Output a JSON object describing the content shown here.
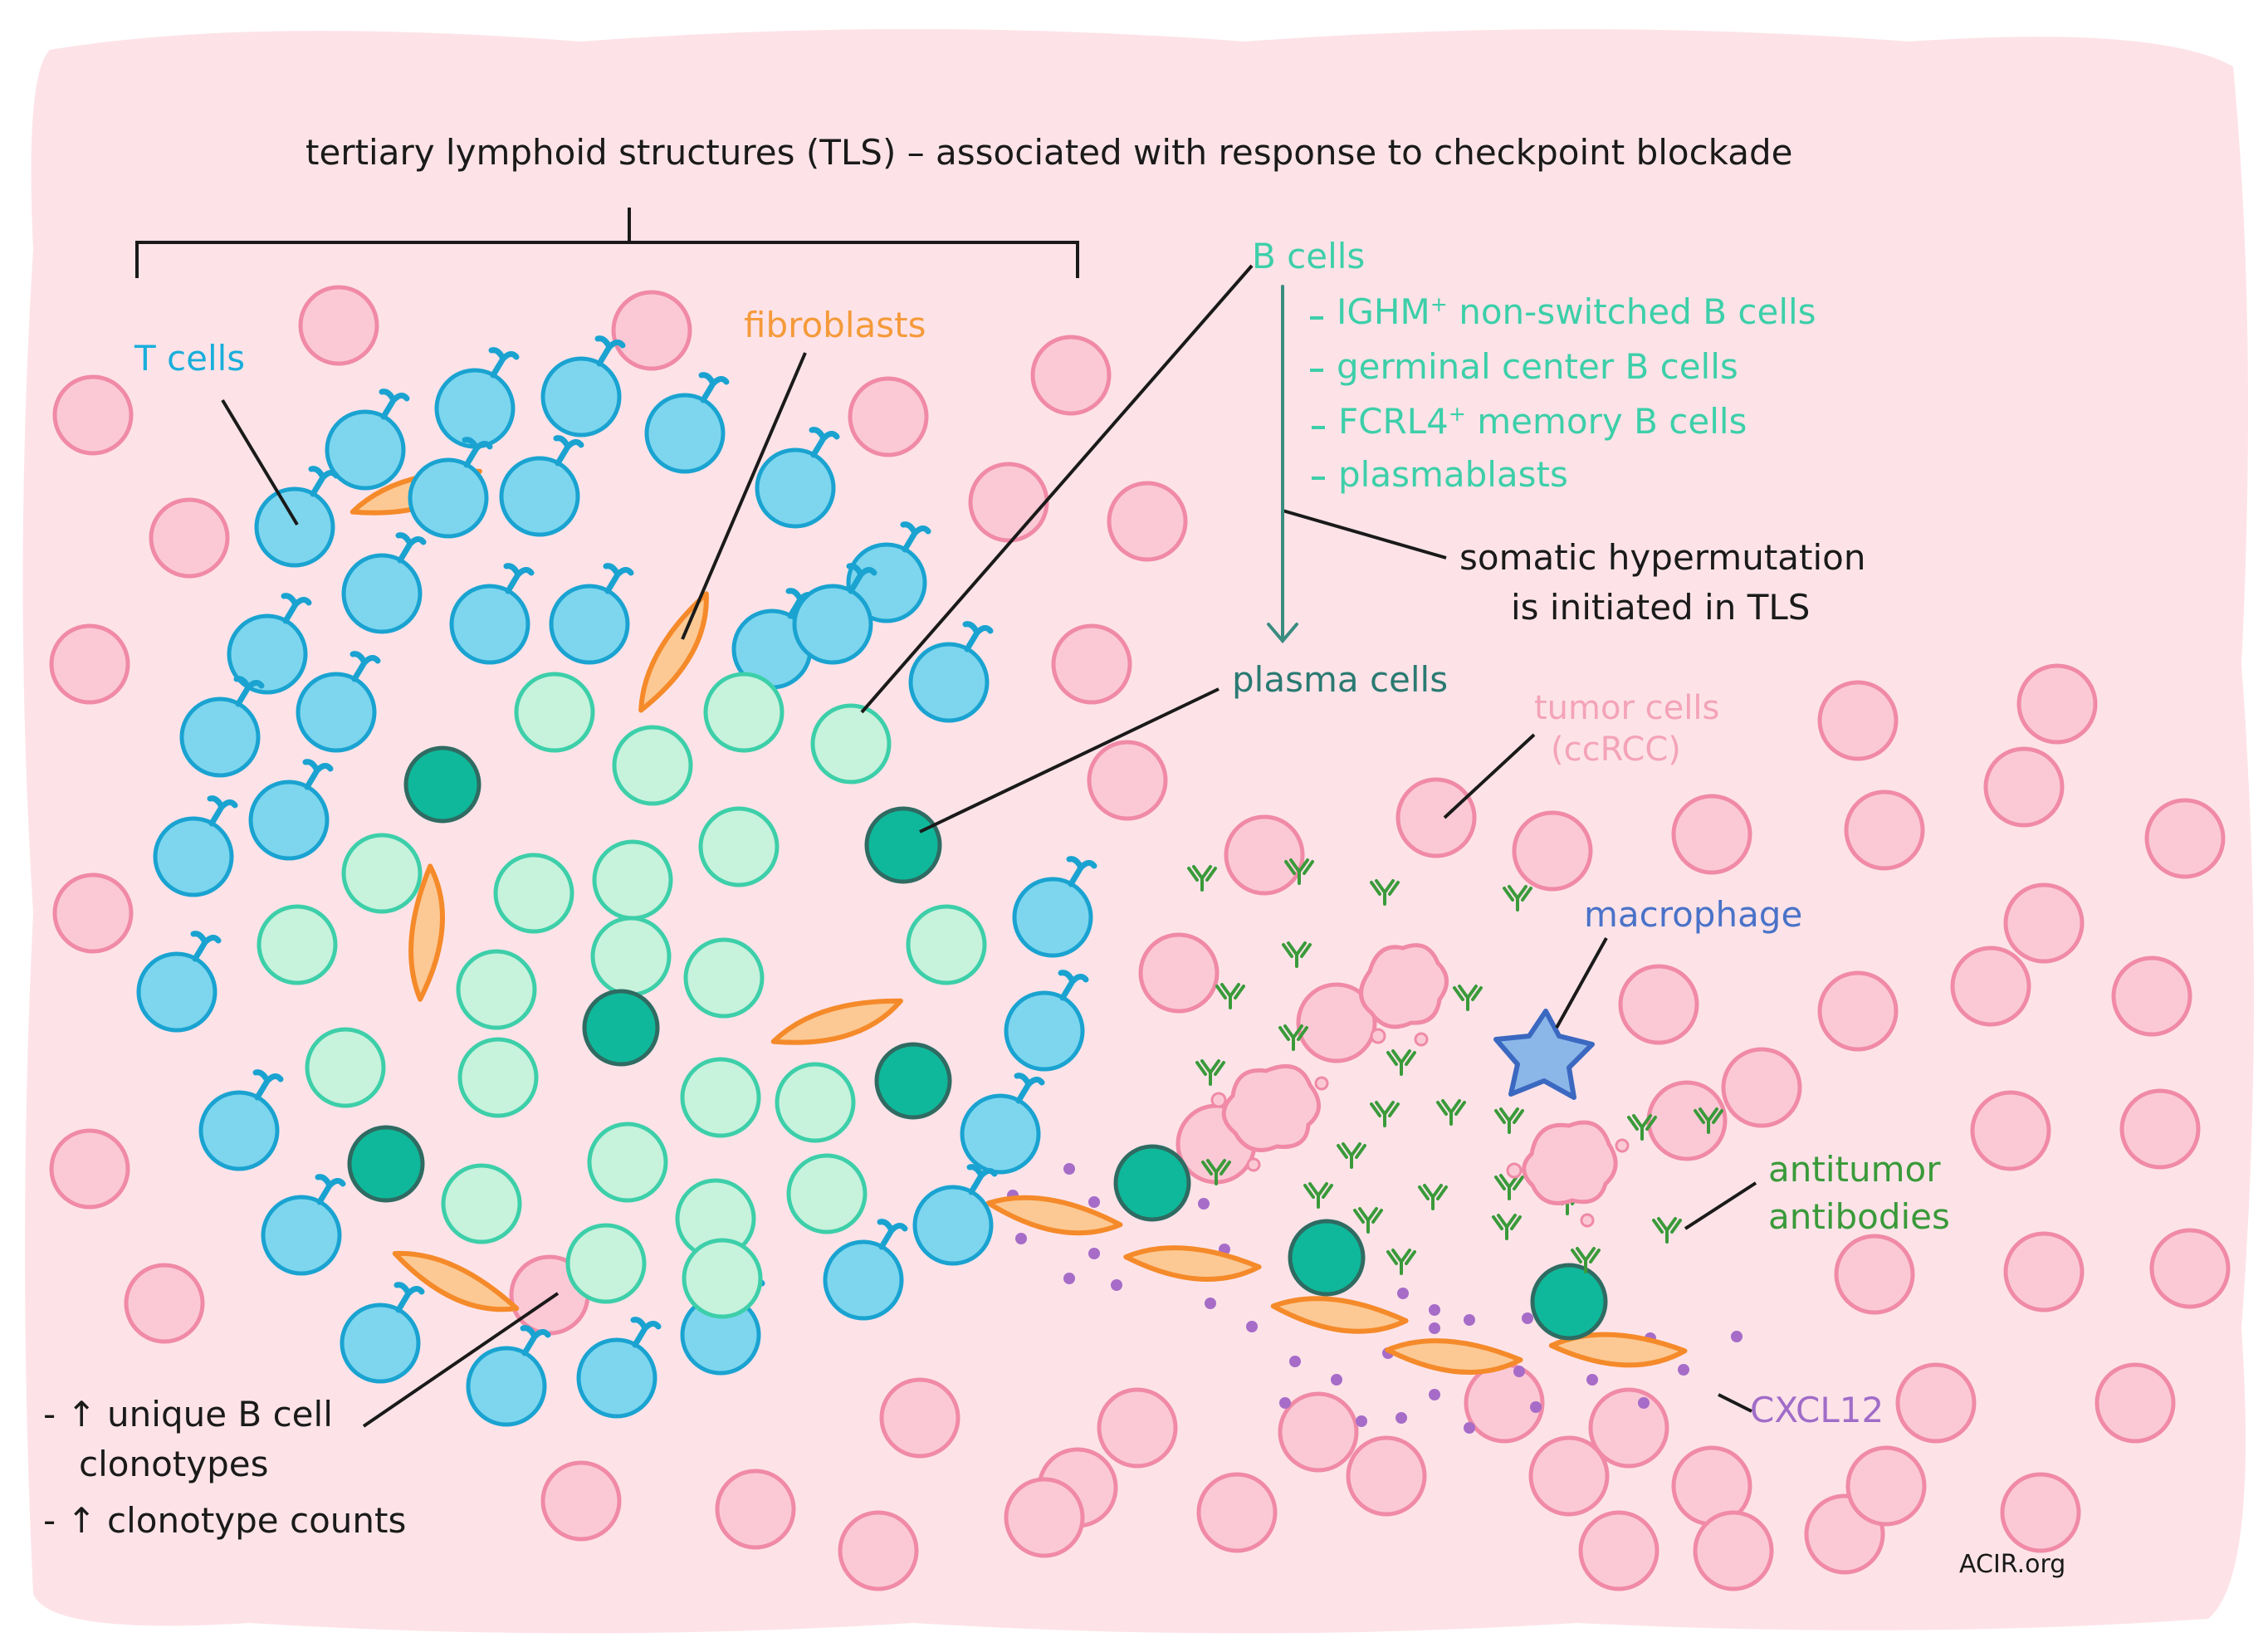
{
  "title": "tertiary lymphoid structures (TLS) – associated with response to checkpoint blockade",
  "labels": {
    "t_cells": "T cells",
    "fibroblasts": "fibroblasts",
    "b_cells": "B cells",
    "b_subtypes": [
      {
        "prefix": "-",
        "main": "IGHM",
        "sup": "+",
        "rest": " non-switched B cells"
      },
      {
        "prefix": "-",
        "main": "germinal center B cells",
        "sup": "",
        "rest": ""
      },
      {
        "prefix": "-",
        "main": "FCRL4",
        "sup": "+",
        "rest": " memory B cells"
      },
      {
        "prefix": "-",
        "main": "plasmablasts",
        "sup": "",
        "rest": ""
      }
    ],
    "shm_line1": "somatic hypermutation",
    "shm_line2": "is initiated in TLS",
    "plasma_cells": "plasma cells",
    "tumor_line1": "tumor cells",
    "tumor_line2": "(ccRCC)",
    "macrophage": "macrophage",
    "antitumor_line1": "antitumor",
    "antitumor_line2": "antibodies",
    "cxcl12": "CXCL12",
    "clono_line1": "- ↑ unique B cell",
    "clono_line2": "clonotypes",
    "clono_line3": "- ↑ clonotype counts",
    "credit": "ACIR.org"
  },
  "colors": {
    "background": "#ffffff",
    "tissue": "#fde3e8",
    "tumor_fill": "#fbc9d6",
    "tumor_stroke": "#f08aa6",
    "t_cell_fill": "#7dd6ee",
    "t_cell_stroke": "#1aa3d1",
    "b_cell_fill": "#c7f2dc",
    "b_cell_stroke": "#3dcfa9",
    "plasma_fill": "#0fb89a",
    "plasma_stroke": "#2f6b62",
    "fibroblast_fill": "#fcc994",
    "fibroblast_stroke": "#f58a2a",
    "antibody_green": "#3a9a3a",
    "macrophage_fill": "#8ab7e8",
    "macrophage_stroke": "#3b68c0",
    "cxcl12": "#a66cc8"
  }
}
